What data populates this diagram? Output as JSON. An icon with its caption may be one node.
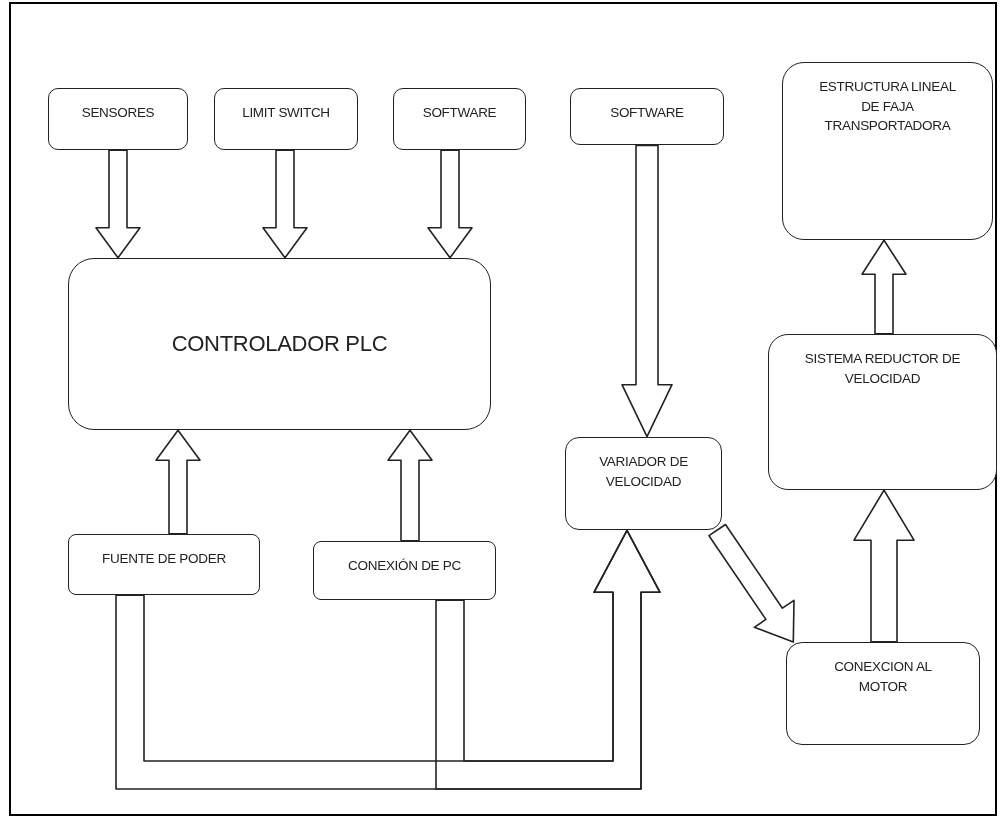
{
  "diagram": {
    "nodes": [
      {
        "text": [
          "SENSORES"
        ]
      },
      {
        "text": [
          "LIMIT SWITCH"
        ]
      },
      {
        "text": [
          "SOFTWARE"
        ]
      },
      {
        "text": [
          "SOFTWARE"
        ]
      },
      {
        "text": [
          "ESTRUCTURA LINEAL DE FAJA TRANSPORTADORA"
        ]
      },
      {
        "text": [
          "CONTROLADOR PLC"
        ]
      },
      {
        "text": [
          "SISTEMA REDUCTOR DE VELOCIDAD"
        ]
      },
      {
        "text": [
          "VARIADOR DE VELOCIDAD"
        ]
      },
      {
        "text": [
          "FUENTE DE PODER"
        ]
      },
      {
        "text": [
          "CONEXIÓN DE PC"
        ]
      },
      {
        "text": [
          "CONEXCION AL MOTOR"
        ]
      }
    ],
    "edges": [
      {
        "from": 0,
        "to": 5,
        "arrow": "to"
      },
      {
        "from": 1,
        "to": 5,
        "arrow": "to"
      },
      {
        "from": 2,
        "to": 5,
        "arrow": "to"
      },
      {
        "from": 3,
        "to": 7,
        "arrow": "to"
      },
      {
        "from": 8,
        "to": 5,
        "arrow": "to"
      },
      {
        "from": 9,
        "to": 5,
        "arrow": "to"
      },
      {
        "from": 8,
        "to": 7,
        "arrow": "to"
      },
      {
        "from": 9,
        "to": 7,
        "arrow": "to"
      },
      {
        "from": 7,
        "to": 10,
        "arrow": "to"
      },
      {
        "from": 10,
        "to": 6,
        "arrow": "to"
      },
      {
        "from": 6,
        "to": 4,
        "arrow": "to"
      }
    ]
  }
}
